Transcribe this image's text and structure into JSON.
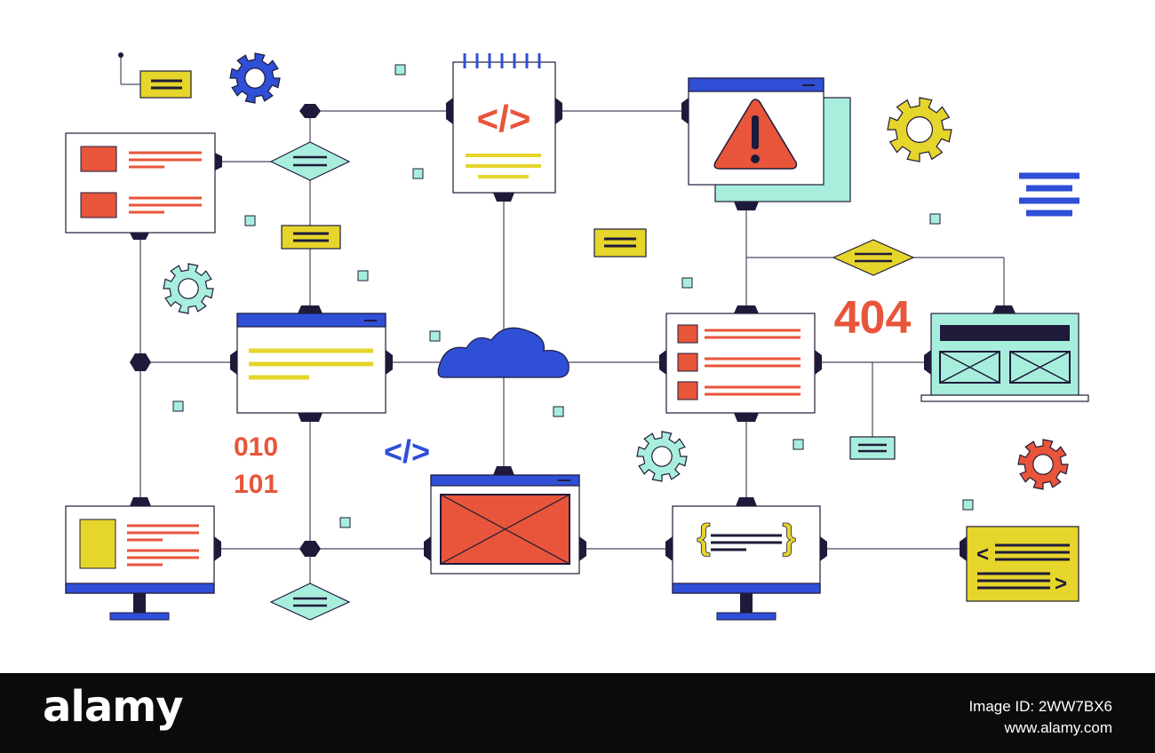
{
  "labels": {
    "error_code": "404",
    "binary_line_1": "010",
    "binary_line_2": "101",
    "code_tag": "</>",
    "open_brace": "{",
    "close_brace": "}",
    "left_angle": "<",
    "right_angle": ">"
  },
  "footer": {
    "logo": "alamy",
    "image_id": "Image ID: 2WW7BX6",
    "site": "www.alamy.com"
  },
  "colors": {
    "outline": "#1e1b3a",
    "blue": "#2f4fd6",
    "red": "#e8553a",
    "yellow": "#e6d52b",
    "mint": "#a8eedd",
    "gear_blue": "#2f4fd6",
    "gear_yellow": "#e6d52b",
    "gear_mint": "#a8eedd",
    "gear_red": "#e8553a"
  },
  "icons": [
    "gear-icon",
    "warning-icon",
    "cloud-icon",
    "code-tag-icon",
    "monitor-icon",
    "laptop-icon",
    "browser-window-icon",
    "notepad-icon",
    "decision-diamond-icon",
    "hamburger-menu-icon"
  ]
}
